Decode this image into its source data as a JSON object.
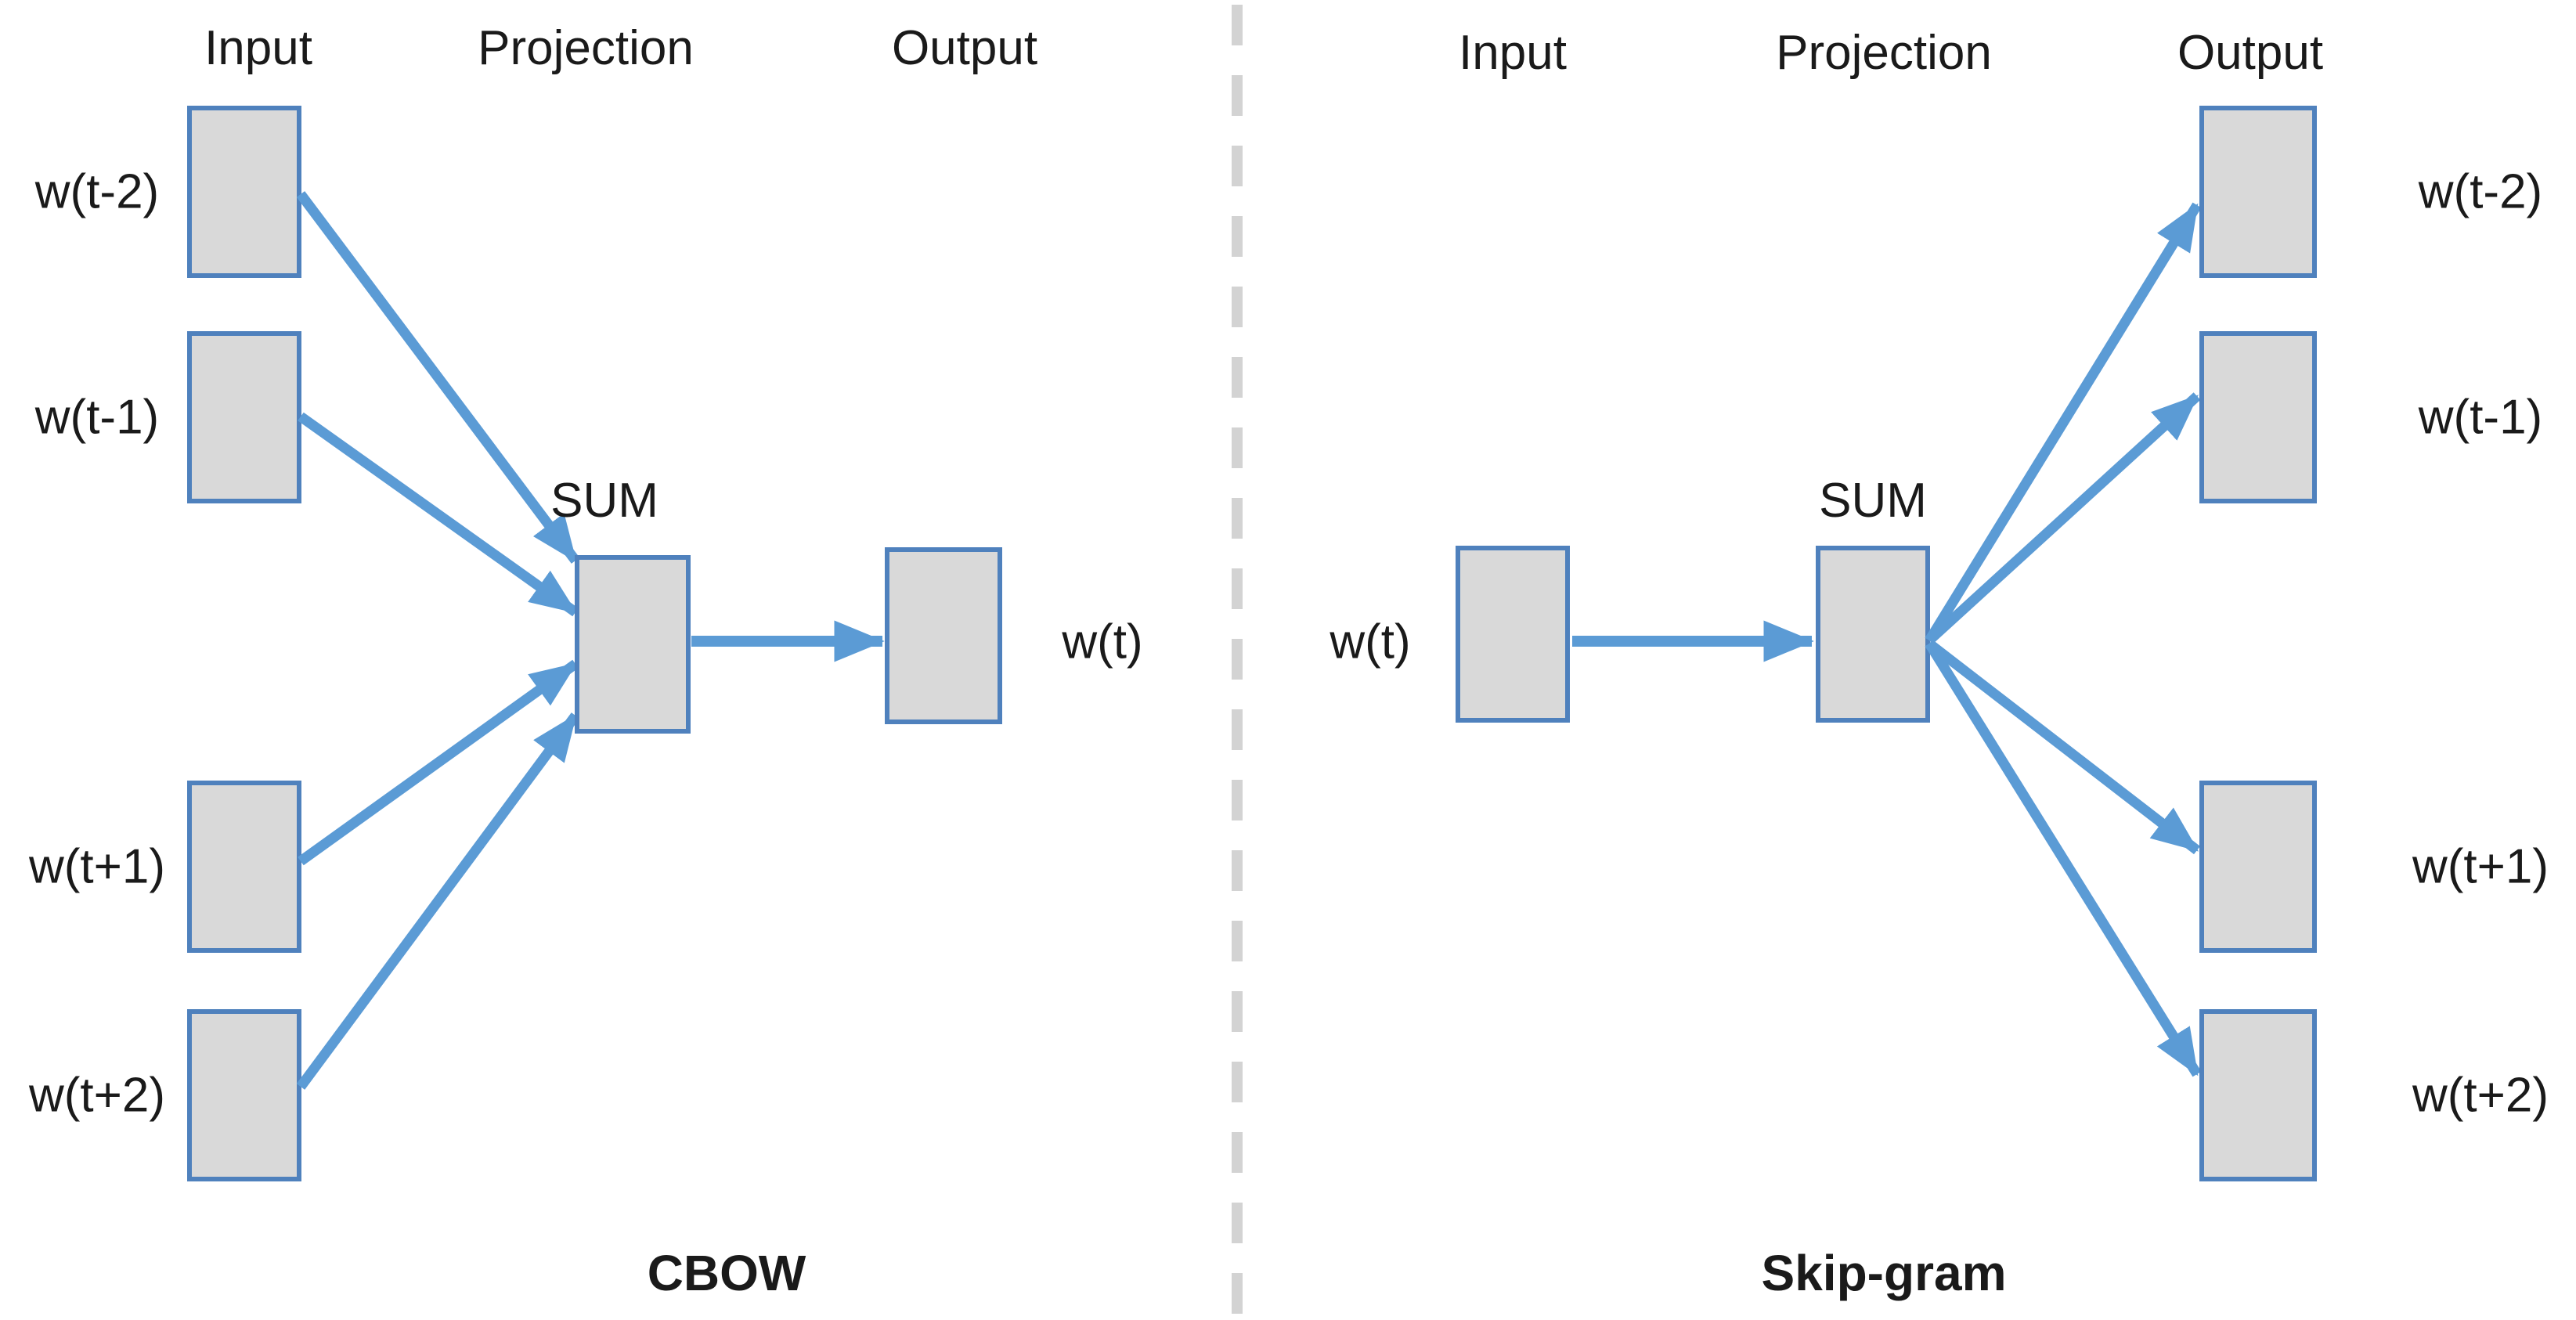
{
  "panels": {
    "cbow": {
      "headers": [
        "Input",
        "Projection",
        "Output"
      ],
      "context_words": [
        "w(t-2)",
        "w(t-1)",
        "w(t+1)",
        "w(t+2)"
      ],
      "sum_label": "SUM",
      "center_word": "w(t)",
      "title": "CBOW"
    },
    "skipgram": {
      "headers": [
        "Input",
        "Projection",
        "Output"
      ],
      "center_word": "w(t)",
      "sum_label": "SUM",
      "context_words": [
        "w(t-2)",
        "w(t-1)",
        "w(t+1)",
        "w(t+2)"
      ],
      "title": "Skip-gram"
    }
  },
  "colors": {
    "box_fill": "#d9d9d9",
    "box_border": "#4f81bd",
    "arrow": "#5b9bd5",
    "divider": "#d3d3d3",
    "text": "#1a1a1a"
  }
}
